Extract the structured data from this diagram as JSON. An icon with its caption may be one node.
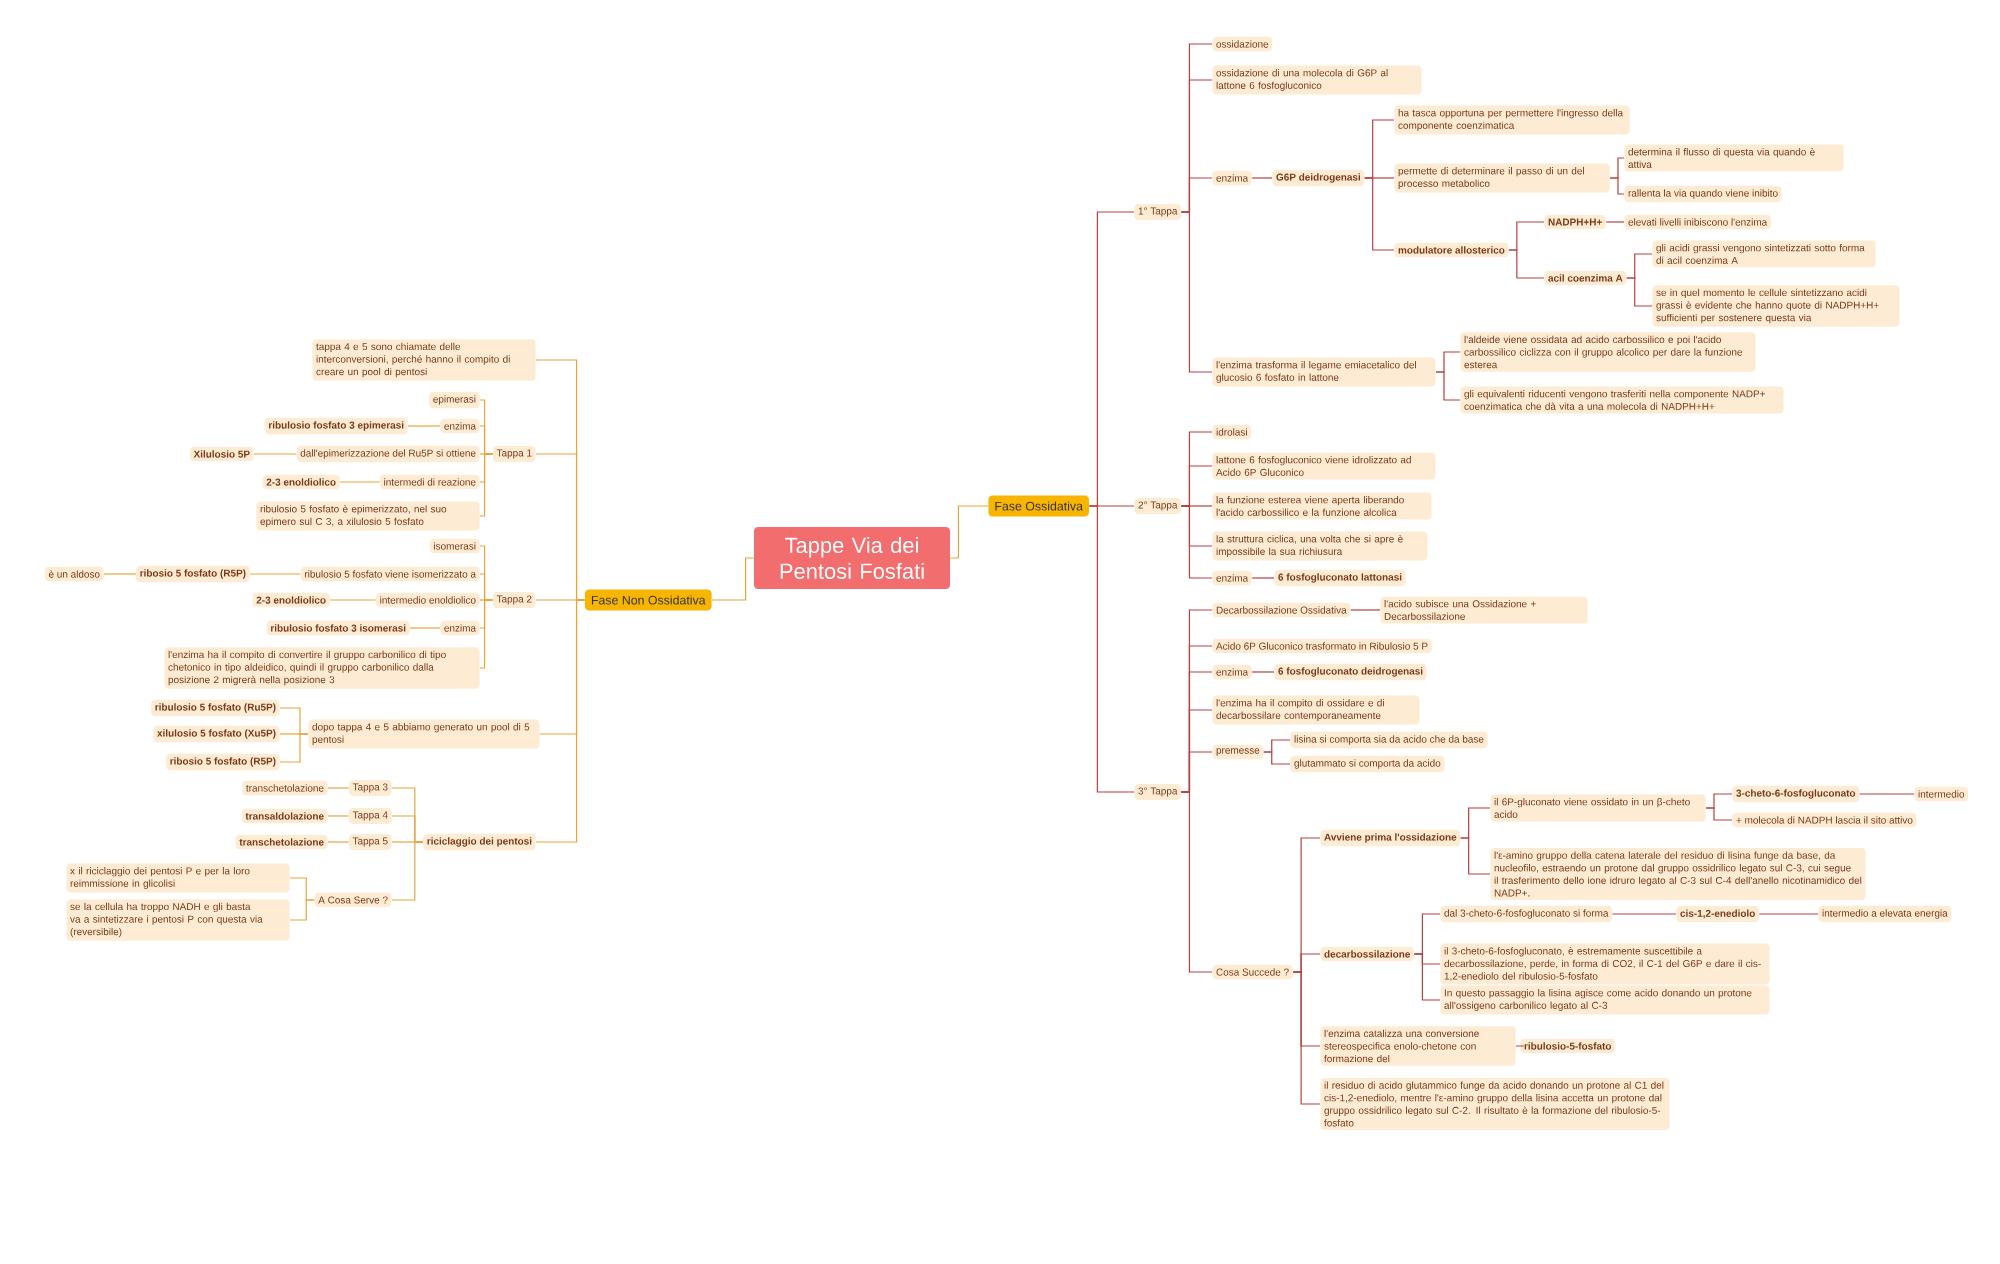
{
  "diagram": {
    "nodes": [
      {
        "text": [
          "Tappe Via dei Pentosi Fosfati"
        ]
      },
      {
        "text": [
          "Fase Ossidativa"
        ]
      },
      {
        "text": [
          "1° Tappa"
        ]
      },
      {
        "text": [
          "ossidazione"
        ]
      },
      {
        "text": [
          "ossidazione di una molecola di G6P al lattone 6 fosfogluconico"
        ]
      },
      {
        "text": [
          "enzima"
        ]
      },
      {
        "text": [
          "G6P deidrogenasi"
        ]
      },
      {
        "text": [
          "ha tasca opportuna per permettere l'ingresso della componente coenzimatica"
        ]
      },
      {
        "text": [
          "permette di determinare il passo di un del processo metabolico"
        ]
      },
      {
        "text": [
          "determina il flusso di questa via quando è attiva"
        ]
      },
      {
        "text": [
          "rallenta la via quando viene inibito"
        ]
      },
      {
        "text": [
          "modulatore allosterico"
        ]
      },
      {
        "text": [
          "NADPH+H+"
        ]
      },
      {
        "text": [
          "elevati livelli inibiscono l'enzima"
        ]
      },
      {
        "text": [
          "acil coenzima A"
        ]
      },
      {
        "text": [
          "gli acidi grassi vengono sintetizzati sotto forma di acil coenzima A"
        ]
      },
      {
        "text": [
          "se in quel momento le cellule sintetizzano acidi grassi è evidente che hanno quote di NADPH+H+ sufficienti per sostenere questa via"
        ]
      },
      {
        "text": [
          "l'enzima trasforma il legame emiacetalico del glucosio 6 fosfato in lattone"
        ]
      },
      {
        "text": [
          "l'aldeide viene ossidata ad acido carbossilico e poi l'acido carbossilico ciclizza con il gruppo alcolico per dare la funzione esterea"
        ]
      },
      {
        "text": [
          "gli equivalenti riducenti vengono trasferiti nella componente NADP+ coenzimatica che dà vita a una molecola di NADPH+H+"
        ]
      },
      {
        "text": [
          "2° Tappa"
        ]
      },
      {
        "text": [
          "idrolasi"
        ]
      },
      {
        "text": [
          "lattone 6 fosfogluconico viene idrolizzato ad Acido 6P Gluconico"
        ]
      },
      {
        "text": [
          "la funzione esterea viene aperta liberando l'acido carbossilico e la funzione alcolica"
        ]
      },
      {
        "text": [
          "la struttura ciclica, una volta che si apre è impossibile la sua richiusura"
        ]
      },
      {
        "text": [
          "enzima"
        ]
      },
      {
        "text": [
          "6 fosfogluconato lattonasi"
        ]
      },
      {
        "text": [
          "3° Tappa"
        ]
      },
      {
        "text": [
          "Decarbossilazione Ossidativa"
        ]
      },
      {
        "text": [
          "l'acido subisce una Ossidazione + Decarbossilazione"
        ]
      },
      {
        "text": [
          "Acido 6P Gluconico trasformato in Ribulosio 5 P"
        ]
      },
      {
        "text": [
          "enzima"
        ]
      },
      {
        "text": [
          "6 fosfogluconato deidrogenasi"
        ]
      },
      {
        "text": [
          "l'enzima ha il compito di ossidare e di decarbossilare contemporaneamente"
        ]
      },
      {
        "text": [
          "premesse"
        ]
      },
      {
        "text": [
          "lisina si comporta sia da acido che da base"
        ]
      },
      {
        "text": [
          "glutammato si comporta da acido"
        ]
      },
      {
        "text": [
          "Cosa Succede ?"
        ]
      },
      {
        "text": [
          "Avviene prima l'ossidazione"
        ]
      },
      {
        "text": [
          "il 6P-gluconato viene ossidato in un β-cheto acido"
        ]
      },
      {
        "text": [
          "3-cheto-6-fosfogluconato"
        ]
      },
      {
        "text": [
          "intermedio"
        ]
      },
      {
        "text": [
          "+ molecola di NADPH lascia il sito attivo"
        ]
      },
      {
        "text": [
          "l'ε-amino gruppo della catena laterale del residuo di lisina funge da base, da nucleofilo, estraendo un protone dal gruppo ossidrilico legato sul C-3, cui segue il trasferimento dello ione idruro legato al C-3 sul C-4 dell'anello nicotinamidico del NADP+."
        ]
      },
      {
        "text": [
          "decarbossilazione"
        ]
      },
      {
        "text": [
          "dal 3-cheto-6-fosfogluconato si forma"
        ]
      },
      {
        "text": [
          "cis-1,2-enediolo"
        ]
      },
      {
        "text": [
          "intermedio a elevata energia"
        ]
      },
      {
        "text": [
          "il 3-cheto-6-fosfogluconato, è estremamente suscettibile a decarbossilazione, perde, in forma di CO2, il C-1 del G6P e dare il cis-1,2-enediolo del ribulosio-5-fosfato"
        ]
      },
      {
        "text": [
          "In questo passaggio la lisina agisce come acido donando un protone all'ossigeno carbonilico legato al C-3"
        ]
      },
      {
        "text": [
          "l'enzima catalizza una conversione stereospecifica enolo-chetone con formazione del"
        ]
      },
      {
        "text": [
          "ribulosio-5-fosfato"
        ]
      },
      {
        "text": [
          "il residuo di acido glutammico funge da acido donando un protone al C1 del cis-1,2-enediolo, mentre l'ε-amino gruppo della lisina accetta un protone dal gruppo ossidrilico legato sul C-2. Il risultato è la formazione del ribulosio-5-fosfato"
        ]
      },
      {
        "text": [
          "Fase Non Ossidativa"
        ]
      },
      {
        "text": [
          "tappa 4 e 5 sono chiamate delle interconversioni, perché hanno il compito di creare un pool di pentosi"
        ]
      },
      {
        "text": [
          "Tappa 1"
        ]
      },
      {
        "text": [
          "epimerasi"
        ]
      },
      {
        "text": [
          "enzima"
        ]
      },
      {
        "text": [
          "ribulosio fosfato 3 epimerasi"
        ]
      },
      {
        "text": [
          "dall'epimerizzazione del Ru5P si ottiene"
        ]
      },
      {
        "text": [
          "Xilulosio 5P"
        ]
      },
      {
        "text": [
          "intermedi di reazione"
        ]
      },
      {
        "text": [
          "2-3 enoldiolico"
        ]
      },
      {
        "text": [
          "ribulosio 5 fosfato è epimerizzato, nel suo epimero sul C 3, a xilulosio 5 fosfato"
        ]
      },
      {
        "text": [
          "Tappa 2"
        ]
      },
      {
        "text": [
          "isomerasi"
        ]
      },
      {
        "text": [
          "ribulosio 5 fosfato viene isomerizzato a"
        ]
      },
      {
        "text": [
          "ribosio 5 fosfato (R5P)"
        ]
      },
      {
        "text": [
          "è un aldoso"
        ]
      },
      {
        "text": [
          "intermedio enoldiolico"
        ]
      },
      {
        "text": [
          "2-3 enoldiolico"
        ]
      },
      {
        "text": [
          "enzima"
        ]
      },
      {
        "text": [
          "ribulosio fosfato 3 isomerasi"
        ]
      },
      {
        "text": [
          "l'enzima ha il compito di convertire il gruppo carbonilico di tipo chetonico in tipo aldeidico, quindi il gruppo carbonilico dalla posizione 2 migrerà nella posizione 3"
        ]
      },
      {
        "text": [
          "dopo tappa 4 e 5 abbiamo generato un pool di 5 pentosi"
        ]
      },
      {
        "text": [
          "ribulosio 5 fosfato (Ru5P)"
        ]
      },
      {
        "text": [
          "xilulosio 5 fosfato (Xu5P)"
        ]
      },
      {
        "text": [
          "ribosio 5 fosfato (R5P)"
        ]
      },
      {
        "text": [
          "riciclaggio dei pentosi"
        ]
      },
      {
        "text": [
          "Tappa 3"
        ]
      },
      {
        "text": [
          "transchetolazione"
        ]
      },
      {
        "text": [
          "Tappa 4"
        ]
      },
      {
        "text": [
          "transaldolazione"
        ]
      },
      {
        "text": [
          "Tappa 5"
        ]
      },
      {
        "text": [
          "transchetolazione"
        ]
      },
      {
        "text": [
          "A Cosa Serve ?"
        ]
      },
      {
        "text": [
          "x il riciclaggio dei pentosi P e per la loro reimmissione in glicolisi"
        ]
      },
      {
        "text": [
          "se la cellula ha troppo NADH e gli basta va a sintetizzare i pentosi P con questa via (reversibile)"
        ]
      }
    ],
    "edges": [
      {
        "from": 0,
        "to": 1,
        "arrow": "none",
        "color": "#e8a33d"
      },
      {
        "from": 1,
        "to": 2,
        "arrow": "none"
      },
      {
        "from": 2,
        "to": 3,
        "arrow": "none"
      },
      {
        "from": 2,
        "to": 4,
        "arrow": "none"
      },
      {
        "from": 2,
        "to": 5,
        "arrow": "none"
      },
      {
        "from": 5,
        "to": 6,
        "arrow": "none"
      },
      {
        "from": 6,
        "to": 7,
        "arrow": "none"
      },
      {
        "from": 6,
        "to": 8,
        "arrow": "none"
      },
      {
        "from": 8,
        "to": 9,
        "arrow": "none"
      },
      {
        "from": 8,
        "to": 10,
        "arrow": "none"
      },
      {
        "from": 6,
        "to": 11,
        "arrow": "none"
      },
      {
        "from": 11,
        "to": 12,
        "arrow": "none"
      },
      {
        "from": 12,
        "to": 13,
        "arrow": "none"
      },
      {
        "from": 11,
        "to": 14,
        "arrow": "none"
      },
      {
        "from": 14,
        "to": 15,
        "arrow": "none"
      },
      {
        "from": 14,
        "to": 16,
        "arrow": "none"
      },
      {
        "from": 2,
        "to": 17,
        "arrow": "none"
      },
      {
        "from": 17,
        "to": 18,
        "arrow": "none"
      },
      {
        "from": 17,
        "to": 19,
        "arrow": "none"
      },
      {
        "from": 1,
        "to": 20,
        "arrow": "none"
      },
      {
        "from": 20,
        "to": 21,
        "arrow": "none"
      },
      {
        "from": 20,
        "to": 22,
        "arrow": "none"
      },
      {
        "from": 20,
        "to": 23,
        "arrow": "none"
      },
      {
        "from": 20,
        "to": 24,
        "arrow": "none"
      },
      {
        "from": 20,
        "to": 25,
        "arrow": "none"
      },
      {
        "from": 25,
        "to": 26,
        "arrow": "none"
      },
      {
        "from": 1,
        "to": 27,
        "arrow": "none"
      },
      {
        "from": 27,
        "to": 28,
        "arrow": "none"
      },
      {
        "from": 28,
        "to": 29,
        "arrow": "none"
      },
      {
        "from": 27,
        "to": 30,
        "arrow": "none"
      },
      {
        "from": 27,
        "to": 31,
        "arrow": "none"
      },
      {
        "from": 31,
        "to": 32,
        "arrow": "none"
      },
      {
        "from": 27,
        "to": 33,
        "arrow": "none"
      },
      {
        "from": 27,
        "to": 34,
        "arrow": "none"
      },
      {
        "from": 34,
        "to": 35,
        "arrow": "none"
      },
      {
        "from": 34,
        "to": 36,
        "arrow": "none"
      },
      {
        "from": 27,
        "to": 37,
        "arrow": "none"
      },
      {
        "from": 37,
        "to": 38,
        "arrow": "none"
      },
      {
        "from": 38,
        "to": 39,
        "arrow": "none"
      },
      {
        "from": 39,
        "to": 40,
        "arrow": "none"
      },
      {
        "from": 40,
        "to": 41,
        "arrow": "none"
      },
      {
        "from": 39,
        "to": 42,
        "arrow": "none"
      },
      {
        "from": 38,
        "to": 43,
        "arrow": "none"
      },
      {
        "from": 37,
        "to": 44,
        "arrow": "none"
      },
      {
        "from": 44,
        "to": 45,
        "arrow": "none"
      },
      {
        "from": 45,
        "to": 46,
        "arrow": "none"
      },
      {
        "from": 46,
        "to": 47,
        "arrow": "none"
      },
      {
        "from": 44,
        "to": 48,
        "arrow": "none"
      },
      {
        "from": 44,
        "to": 49,
        "arrow": "none"
      },
      {
        "from": 37,
        "to": 50,
        "arrow": "none"
      },
      {
        "from": 50,
        "to": 51,
        "arrow": "none"
      },
      {
        "from": 37,
        "to": 52,
        "arrow": "none"
      },
      {
        "from": 0,
        "to": 53,
        "arrow": "none",
        "color": "#e8a33d"
      },
      {
        "from": 53,
        "to": 54,
        "arrow": "none",
        "color": "#e8a33d"
      },
      {
        "from": 53,
        "to": 55,
        "arrow": "none",
        "color": "#e8a33d"
      },
      {
        "from": 55,
        "to": 56,
        "arrow": "none",
        "color": "#e8a33d"
      },
      {
        "from": 55,
        "to": 57,
        "arrow": "none",
        "color": "#e8a33d"
      },
      {
        "from": 57,
        "to": 58,
        "arrow": "none",
        "color": "#e8a33d"
      },
      {
        "from": 55,
        "to": 59,
        "arrow": "none",
        "color": "#e8a33d"
      },
      {
        "from": 59,
        "to": 60,
        "arrow": "none",
        "color": "#e8a33d"
      },
      {
        "from": 55,
        "to": 61,
        "arrow": "none",
        "color": "#e8a33d"
      },
      {
        "from": 61,
        "to": 62,
        "arrow": "none",
        "color": "#e8a33d"
      },
      {
        "from": 55,
        "to": 63,
        "arrow": "none",
        "color": "#e8a33d"
      },
      {
        "from": 53,
        "to": 64,
        "arrow": "none",
        "color": "#e8a33d"
      },
      {
        "from": 64,
        "to": 65,
        "arrow": "none",
        "color": "#e8a33d"
      },
      {
        "from": 64,
        "to": 66,
        "arrow": "none",
        "color": "#e8a33d"
      },
      {
        "from": 66,
        "to": 67,
        "arrow": "none",
        "color": "#e8a33d"
      },
      {
        "from": 67,
        "to": 68,
        "arrow": "none",
        "color": "#e8a33d"
      },
      {
        "from": 64,
        "to": 69,
        "arrow": "none",
        "color": "#e8a33d"
      },
      {
        "from": 69,
        "to": 70,
        "arrow": "none",
        "color": "#e8a33d"
      },
      {
        "from": 64,
        "to": 71,
        "arrow": "none",
        "color": "#e8a33d"
      },
      {
        "from": 71,
        "to": 72,
        "arrow": "none",
        "color": "#e8a33d"
      },
      {
        "from": 64,
        "to": 73,
        "arrow": "none",
        "color": "#e8a33d"
      },
      {
        "from": 53,
        "to": 74,
        "arrow": "none",
        "color": "#e8a33d"
      },
      {
        "from": 74,
        "to": 75,
        "arrow": "none",
        "color": "#e8a33d"
      },
      {
        "from": 74,
        "to": 76,
        "arrow": "none",
        "color": "#e8a33d"
      },
      {
        "from": 74,
        "to": 77,
        "arrow": "none",
        "color": "#e8a33d"
      },
      {
        "from": 53,
        "to": 78,
        "arrow": "none",
        "color": "#e8a33d"
      },
      {
        "from": 78,
        "to": 79,
        "arrow": "none",
        "color": "#e8a33d"
      },
      {
        "from": 79,
        "to": 80,
        "arrow": "none",
        "color": "#e8a33d"
      },
      {
        "from": 78,
        "to": 81,
        "arrow": "none",
        "color": "#e8a33d"
      },
      {
        "from": 81,
        "to": 82,
        "arrow": "none",
        "color": "#e8a33d"
      },
      {
        "from": 78,
        "to": 83,
        "arrow": "none",
        "color": "#e8a33d"
      },
      {
        "from": 83,
        "to": 84,
        "arrow": "none",
        "color": "#e8a33d"
      },
      {
        "from": 78,
        "to": 85,
        "arrow": "none",
        "color": "#e8a33d"
      },
      {
        "from": 85,
        "to": 86,
        "arrow": "none",
        "color": "#e8a33d"
      },
      {
        "from": 85,
        "to": 87,
        "arrow": "none",
        "color": "#e8a33d"
      }
    ]
  }
}
